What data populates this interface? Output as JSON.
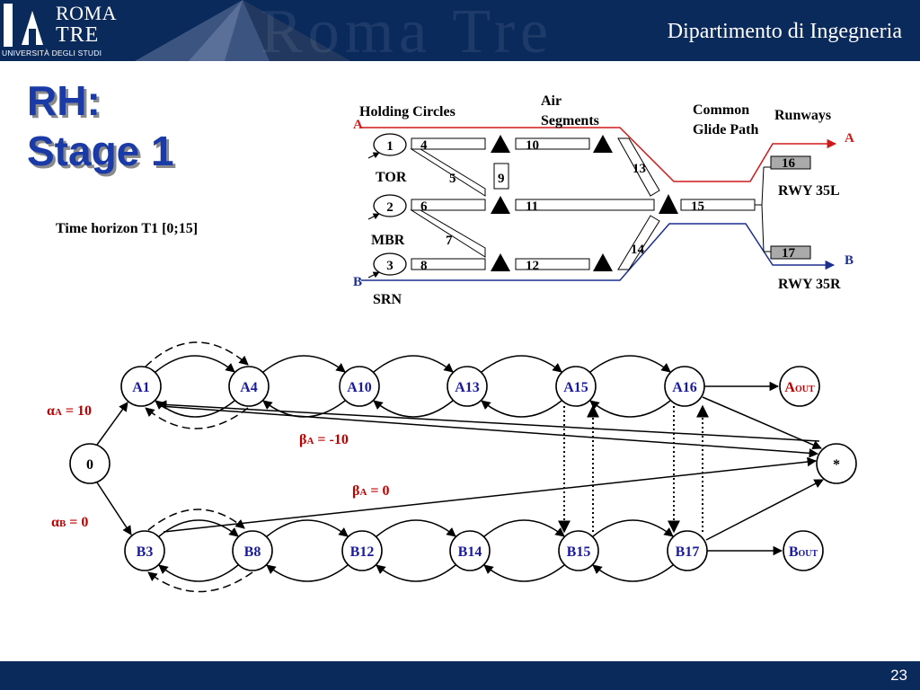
{
  "header": {
    "logo_line1": "ROMA",
    "logo_line2": "TRE",
    "logo_sub": "UNIVERSITÀ DEGLI STUDI",
    "watermark": "Roma Tre",
    "department": "Dipartimento di Ingegneria"
  },
  "slide": {
    "title_line1": "RH:",
    "title_line2": "Stage 1",
    "time_horizon": "Time horizon T1 [0;15]",
    "page_number": "23"
  },
  "colors": {
    "header_bg": "#0b2a5c",
    "title": "#1a3aa8",
    "path_a": "#d01818",
    "path_b": "#1a2f8f",
    "node_label": "#1a1aa0",
    "greek_label": "#c00000",
    "runway_fill": "#aaaaaa"
  },
  "airspace": {
    "holding_circles": "Holding Circles",
    "air_segments_1": "Air",
    "air_segments_2": "Segments",
    "common_glide_1": "Common",
    "common_glide_2": "Glide Path",
    "runways": "Runways",
    "entry_a": "A",
    "entry_b": "B",
    "exit_a": "A",
    "exit_b": "B",
    "holding": [
      "1",
      "2",
      "3"
    ],
    "entry_points": [
      "TOR",
      "MBR",
      "SRN"
    ],
    "segments": [
      "4",
      "5",
      "6",
      "7",
      "8",
      "9",
      "10",
      "11",
      "12",
      "13",
      "14",
      "15"
    ],
    "runway_numbers": [
      "16",
      "17"
    ],
    "rwy_left": "RWY 35L",
    "rwy_right": "RWY 35R"
  },
  "graph": {
    "row_a": [
      "A1",
      "A4",
      "A10",
      "A13",
      "A15",
      "A16"
    ],
    "row_b": [
      "B3",
      "B8",
      "B12",
      "B14",
      "B15",
      "B17"
    ],
    "start_node": "0",
    "sink_node": "*",
    "out_a": "A",
    "out_a_sub": "OUT",
    "out_b": "B",
    "out_b_sub": "OUT",
    "alpha_a": {
      "sym": "α",
      "sub": "A",
      "val": " = 10"
    },
    "alpha_b": {
      "sym": "α",
      "sub": "B",
      "val": " = 0"
    },
    "beta_a_neg": {
      "sym": "β",
      "sub": "A",
      "val": " = -10"
    },
    "beta_a_zero": {
      "sym": "β",
      "sub": "A",
      "val": " = 0"
    }
  }
}
